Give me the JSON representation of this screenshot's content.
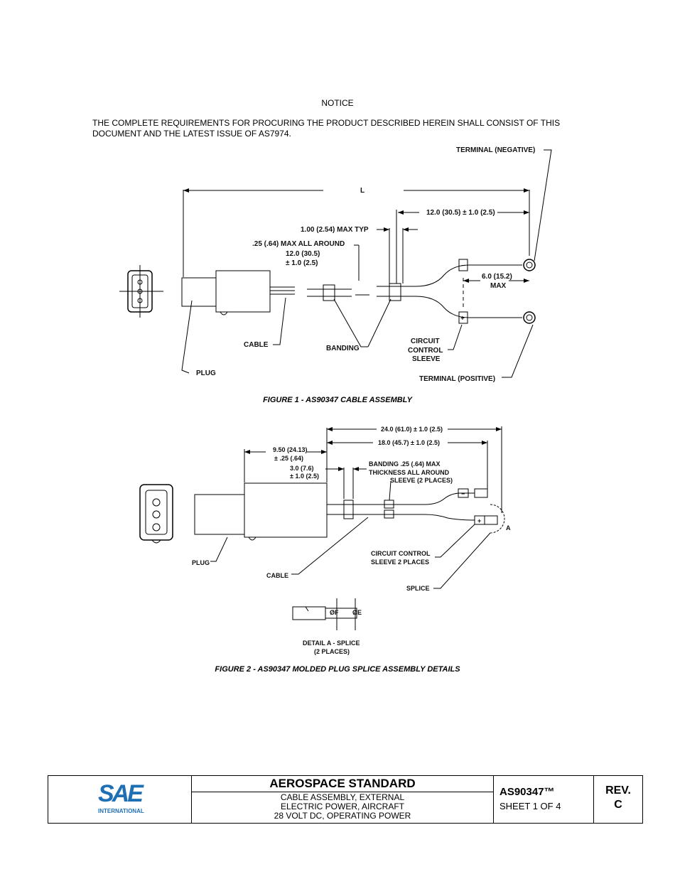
{
  "notice": {
    "title": "NOTICE",
    "text": "THE COMPLETE REQUIREMENTS FOR PROCURING THE PRODUCT DESCRIBED HEREIN SHALL CONSIST OF THIS DOCUMENT AND THE LATEST ISSUE OF AS7974."
  },
  "figure1": {
    "caption": "FIGURE 1 - AS90347 CABLE ASSEMBLY",
    "labels": {
      "terminal_negative": "TERMINAL (NEGATIVE)",
      "length": "L",
      "dim_12": "12.0 (30.5) ± 1.0 (2.5)",
      "dim_1": "1.00 (2.54) MAX TYP",
      "dim_025": ".25 (.64) MAX ALL AROUND",
      "dim_12b_line1": "12.0 (30.5)",
      "dim_12b_line2": "± 1.0 (2.5)",
      "dim_6_line1": "6.0 (15.2)",
      "dim_6_line2": "MAX",
      "cable": "CABLE",
      "banding": "BANDING",
      "circuit_line1": "CIRCUIT",
      "circuit_line2": "CONTROL",
      "circuit_line3": "SLEEVE",
      "plug": "PLUG",
      "terminal_positive": "TERMINAL (POSITIVE)",
      "minus": "−",
      "plus": "+"
    }
  },
  "figure2": {
    "caption": "FIGURE 2 - AS90347 MOLDED PLUG SPLICE ASSEMBLY DETAILS",
    "labels": {
      "dim_24": "24.0 (61.0) ± 1.0 (2.5)",
      "dim_18": "18.0 (45.7) ± 1.0 (2.5)",
      "dim_950_line1": "9.50 (24.13)",
      "dim_950_line2": "± .25 (.64)",
      "dim_30_line1": "3.0 (7.6)",
      "dim_30_line2": "± 1.0 (2.5)",
      "banding_line1": "BANDING .25 (.64) MAX",
      "banding_line2": "THICKNESS ALL AROUND",
      "banding_line3": "SLEEVE (2 PLACES)",
      "plug": "PLUG",
      "cable": "CABLE",
      "circuit_line1": "CIRCUIT CONTROL",
      "circuit_line2": "SLEEVE 2 PLACES",
      "splice": "SPLICE",
      "detail_a": "A",
      "phi_f": "ØF",
      "phi_e": "ØE",
      "detail_line1": "DETAIL A - SPLICE",
      "detail_line2": "(2 PLACES)",
      "minus": "−",
      "plus": "+"
    }
  },
  "footer": {
    "logo_text": "SAE",
    "logo_sub": "INTERNATIONAL",
    "standard_title": "AEROSPACE STANDARD",
    "desc_line1": "CABLE ASSEMBLY, EXTERNAL",
    "desc_line2": "ELECTRIC POWER, AIRCRAFT",
    "desc_line3": "28 VOLT DC, OPERATING POWER",
    "doc_number": "AS90347™",
    "sheet": "SHEET 1 OF 4",
    "rev_label": "REV.",
    "rev_value": "C"
  }
}
